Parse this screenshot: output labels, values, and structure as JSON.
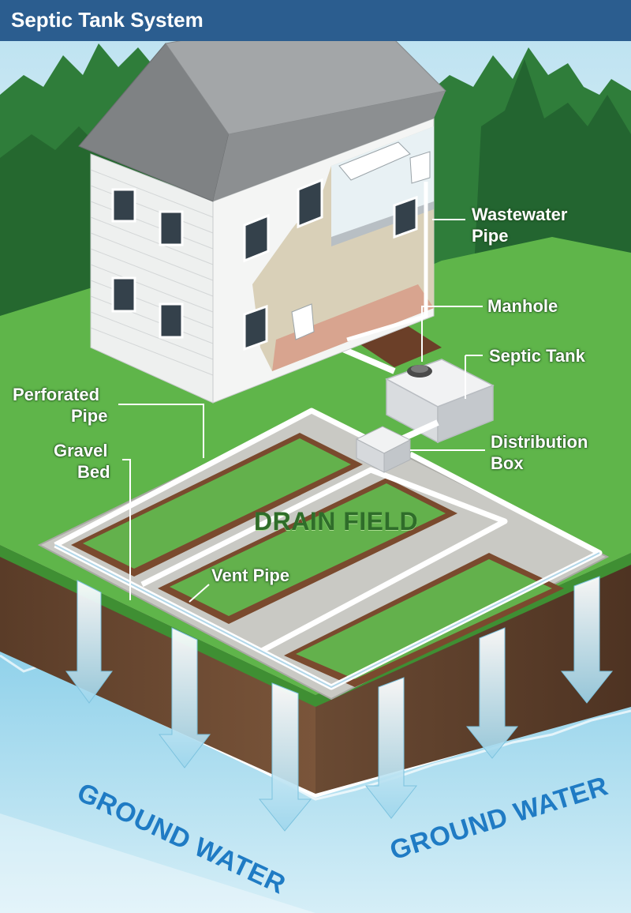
{
  "title": "Septic Tank System",
  "labels": {
    "wastewater_pipe": [
      "Wastewater",
      "Pipe"
    ],
    "manhole": "Manhole",
    "septic_tank": "Septic Tank",
    "perforated_pipe": [
      "Perforated",
      "Pipe"
    ],
    "gravel_bed": [
      "Gravel",
      "Bed"
    ],
    "distribution_box": [
      "Distribution",
      "Box"
    ],
    "vent_pipe": "Vent Pipe",
    "drain_field": "DRAIN FIELD",
    "ground_water_left": "GROUND WATER",
    "ground_water_right": "GROUND WATER"
  },
  "colors": {
    "title_bar": "#2b5d8f",
    "grass": "#5fb54a",
    "forest": "#2f7d3a",
    "soil": "#6b4a32",
    "ground_water": "#bfe4f2",
    "ground_water_text": "#1f7bc4",
    "house_siding": "#eef0ef",
    "roof": "#9a9c9e"
  },
  "icons": [
    "house-icon",
    "septic-tank-icon",
    "distribution-box-icon",
    "down-arrow-icon"
  ]
}
